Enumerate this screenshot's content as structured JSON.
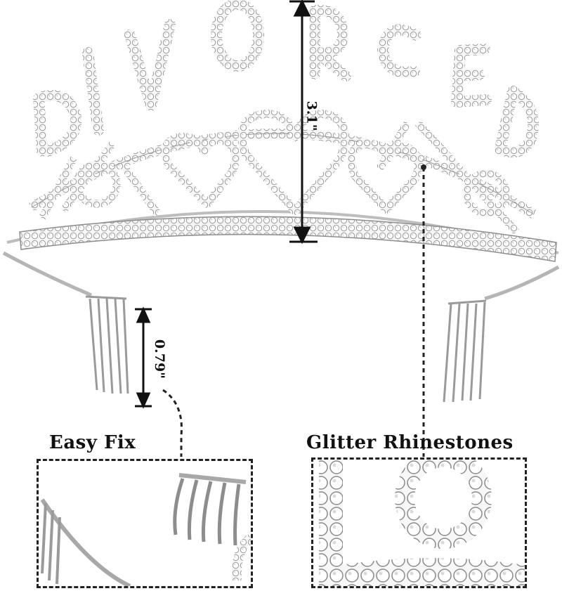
{
  "product": {
    "tiara_word": "DIVORCED",
    "colors": {
      "metal": "#c9c9c9",
      "stone": "#f4f4f4",
      "stone_edge": "#8d8d8d",
      "dimension": "#111111",
      "dash": "#222222"
    }
  },
  "dimensions": {
    "height": "3.1\"",
    "comb": "0.79\""
  },
  "captions": {
    "easy_fix": "Easy Fix",
    "glitter": "Glitter Rhinestones"
  }
}
